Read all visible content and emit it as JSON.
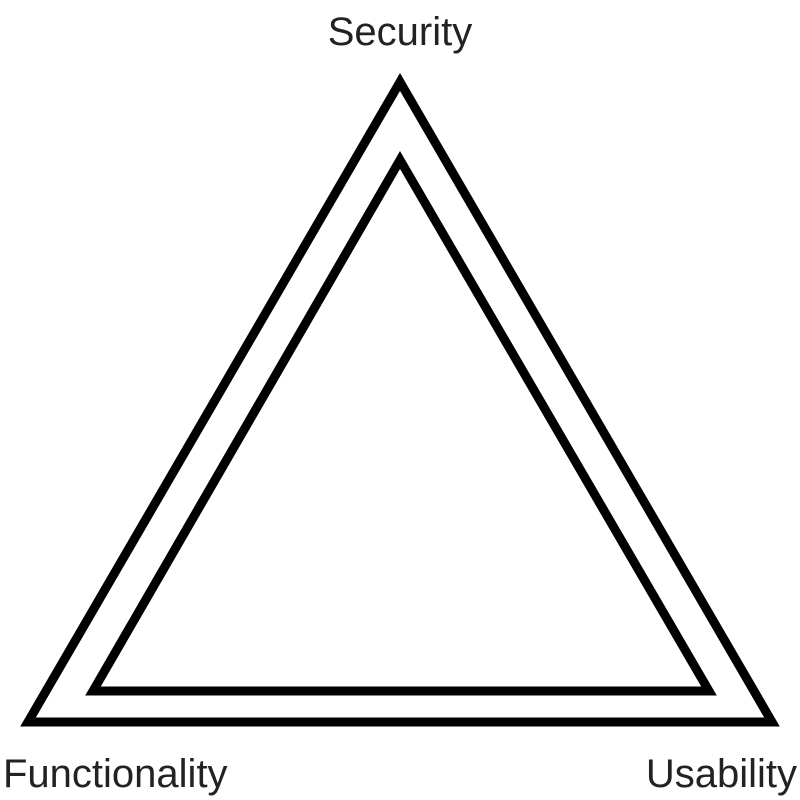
{
  "diagram": {
    "labels": {
      "top": "Security",
      "bottom_left": "Functionality",
      "bottom_right": "Usability"
    },
    "colors": {
      "stroke": "#000000",
      "text": "#222222",
      "background": "#ffffff"
    }
  }
}
